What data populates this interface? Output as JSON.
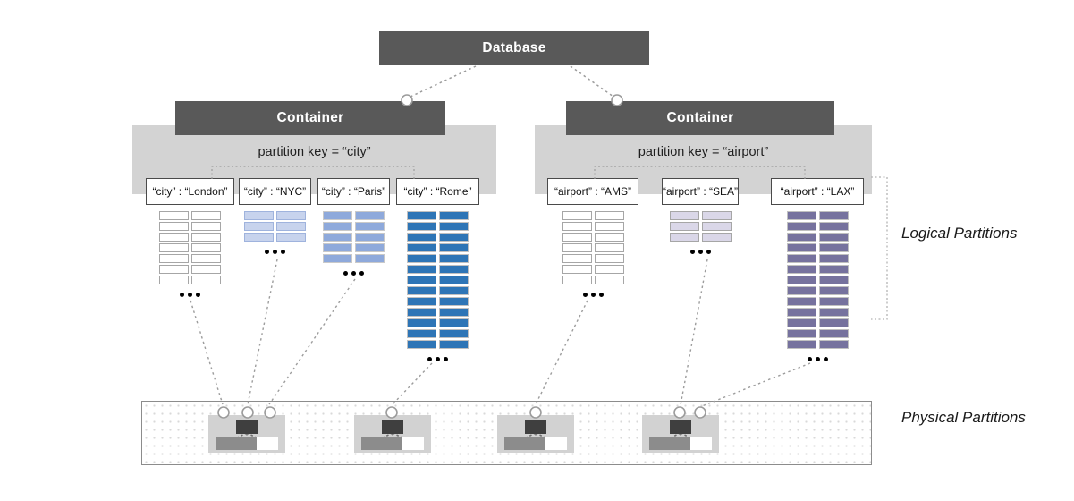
{
  "diagram": {
    "database_label": "Database",
    "side_labels": {
      "logical": "Logical Partitions",
      "physical": "Physical Partitions"
    },
    "colors": {
      "dark_box": "#595959",
      "band_gray": "#d3d3d3",
      "connector_gray": "#9c9c9c",
      "physical_block_gray": "#d2d2d2",
      "rome_blue": "#2e75b6",
      "paris_blue": "#8ea9db",
      "nyc_blue": "#c7d3ed",
      "lax_purple": "#76729e",
      "sea_lavender": "#dad7e8"
    },
    "containers": [
      {
        "label": "Container",
        "partition_key_label": "partition key = “city”",
        "partitions": [
          {
            "label": "“city” : “London”",
            "rows": 7,
            "cols": 2,
            "fill": "#ffffff",
            "border": "#a6a6a6"
          },
          {
            "label": "“city” : “NYC”",
            "rows": 3,
            "cols": 2,
            "fill": "#c7d3ed",
            "border": "#9fb3dd"
          },
          {
            "label": "“city” : “Paris”",
            "rows": 5,
            "cols": 2,
            "fill": "#8ea9db",
            "border": "#c9c9c9"
          },
          {
            "label": "“city” : “Rome”",
            "rows": 13,
            "cols": 2,
            "fill": "#2e75b6",
            "border": "#c0c0c0"
          }
        ]
      },
      {
        "label": "Container",
        "partition_key_label": "partition key = “airport”",
        "partitions": [
          {
            "label": "“airport” : “AMS”",
            "rows": 7,
            "cols": 2,
            "fill": "#ffffff",
            "border": "#a6a6a6"
          },
          {
            "label": "“airport” : “SEA”",
            "rows": 3,
            "cols": 2,
            "fill": "#dad7e8",
            "border": "#a6a6a6"
          },
          {
            "label": "“airport” : “LAX”",
            "rows": 13,
            "cols": 2,
            "fill": "#76729e",
            "border": "#c0c0c0"
          }
        ]
      }
    ],
    "physical": {
      "block_count": 4,
      "ellipsis": "..."
    }
  }
}
